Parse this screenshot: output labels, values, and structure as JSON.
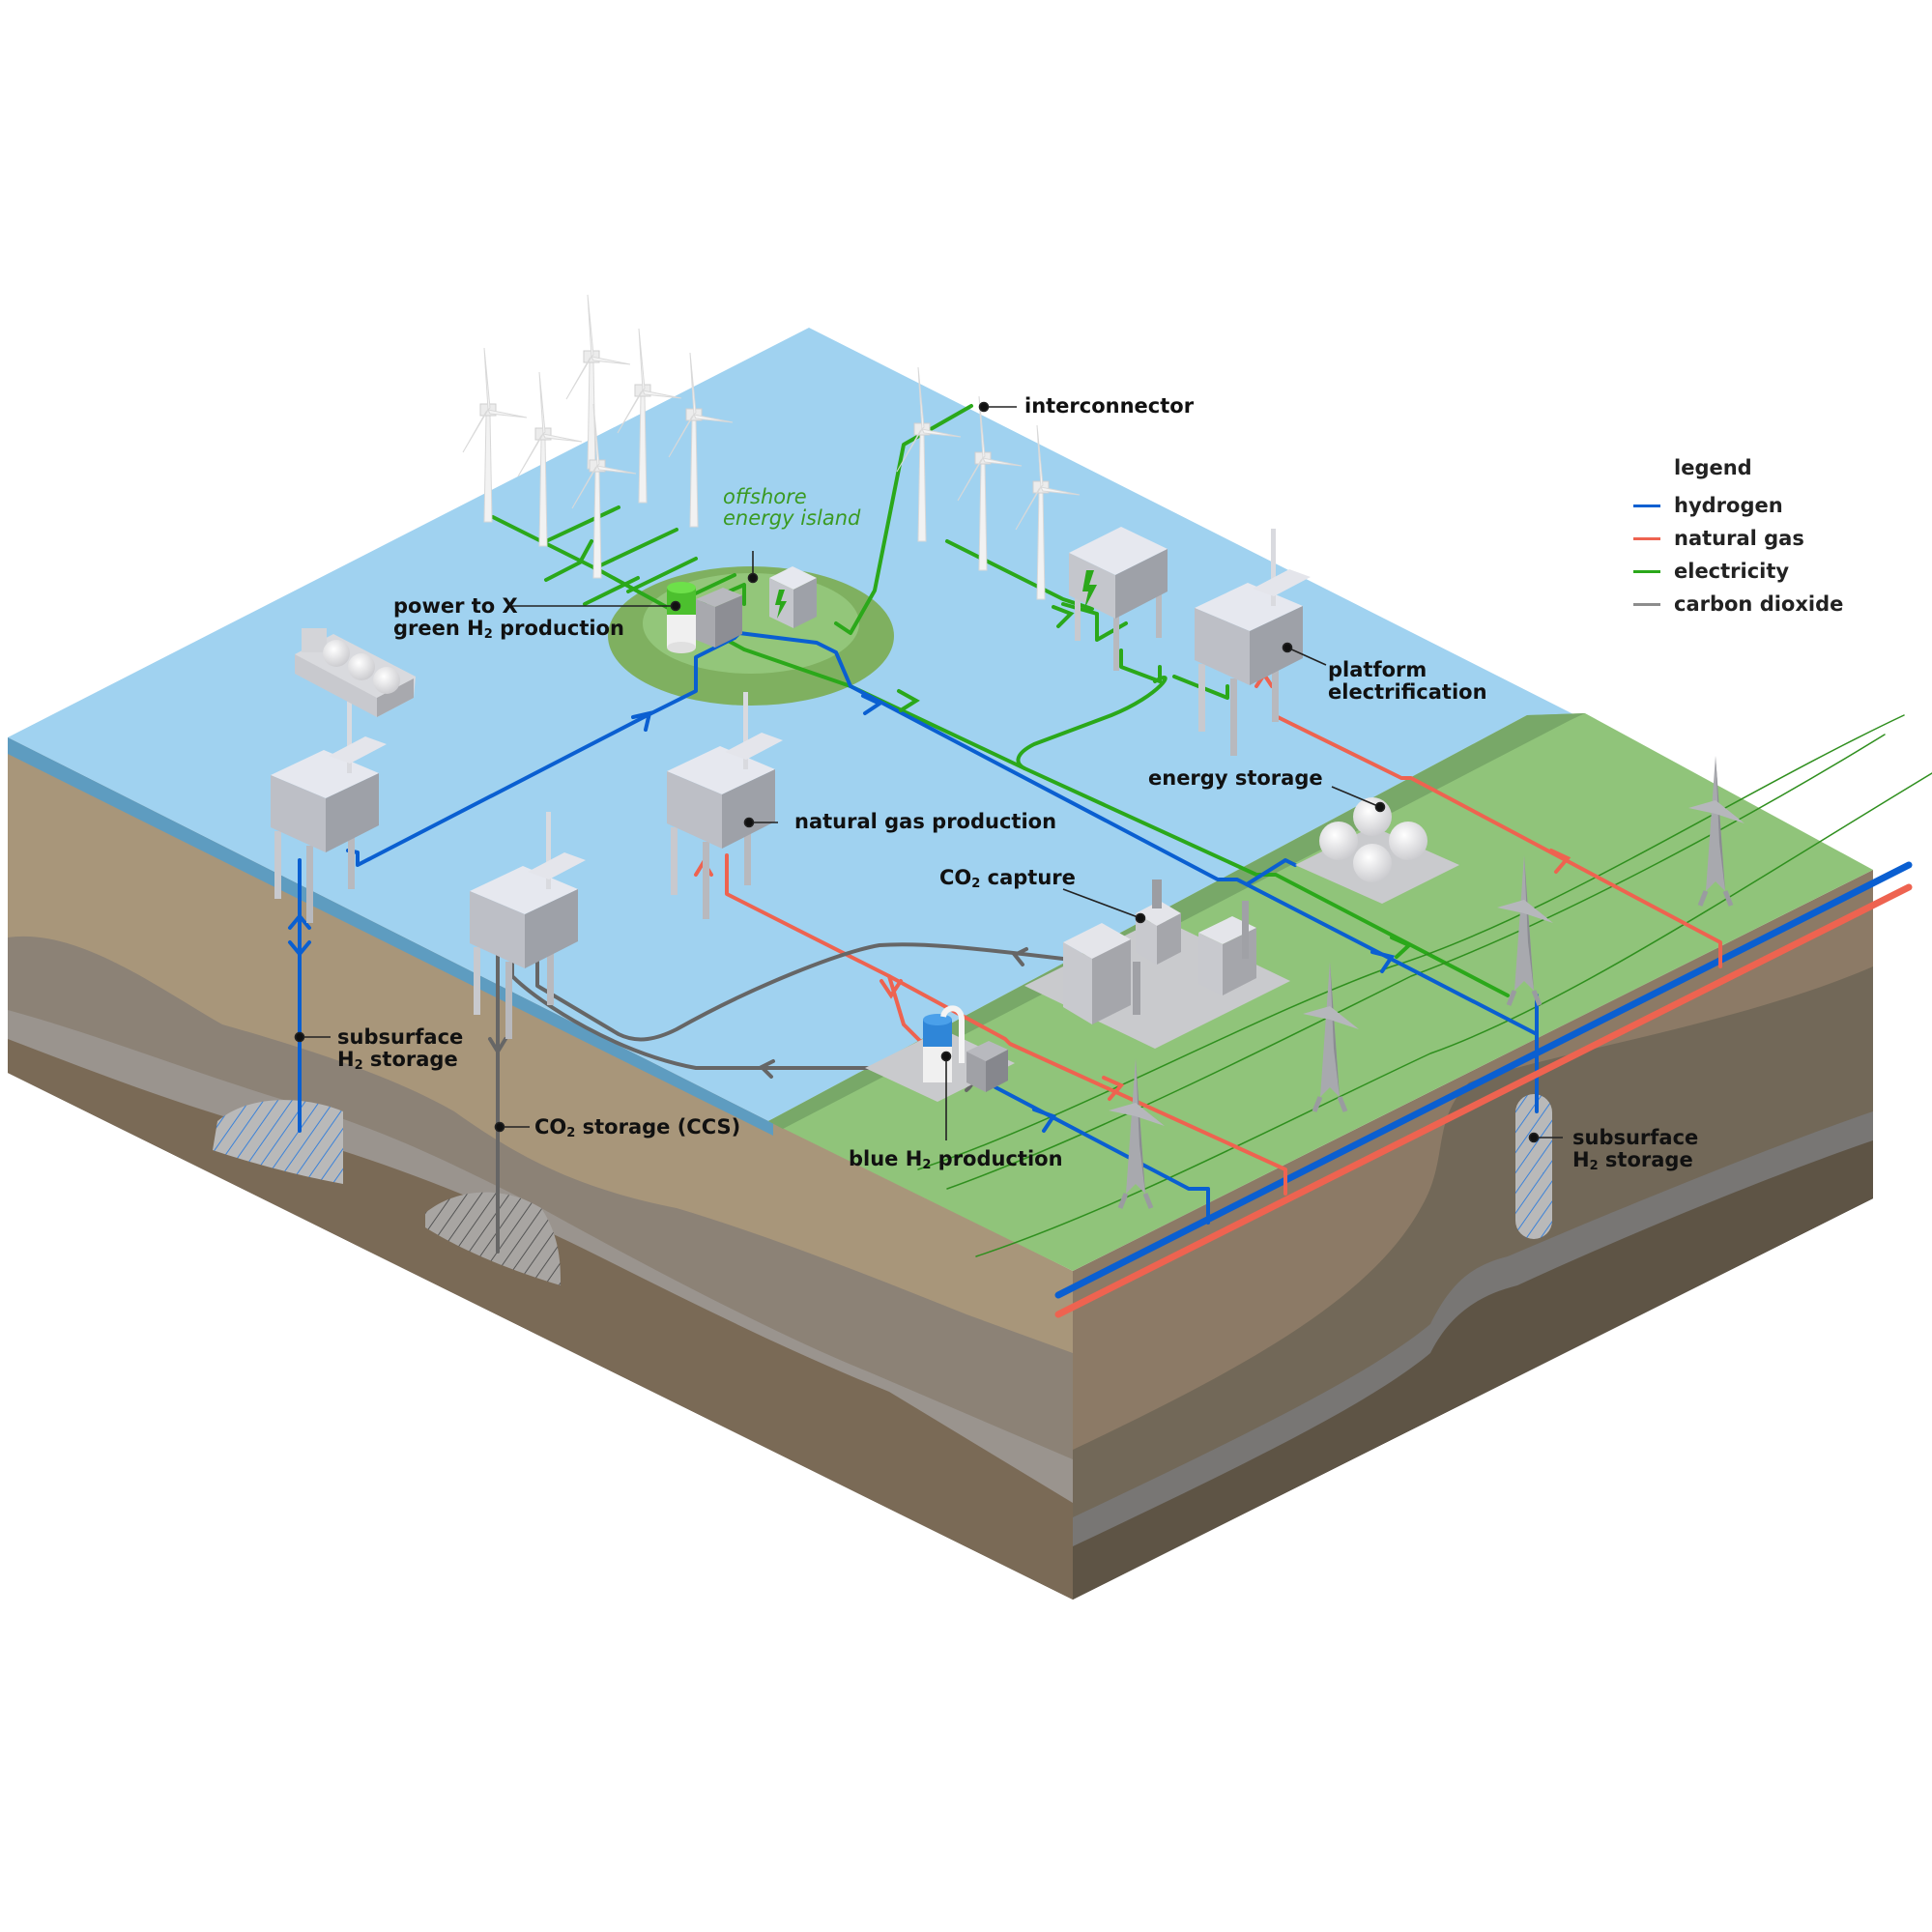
{
  "diagram": {
    "type": "isometric energy-system cross-section",
    "labels": {
      "interconnector": "interconnector",
      "offshore_island_line1": "offshore",
      "offshore_island_line2": "energy island",
      "power_to_x_line1": "power to X",
      "power_to_x_line2_pre": "green H",
      "power_to_x_line2_sub": "2",
      "power_to_x_line2_post": " production",
      "platform_electrification_line1": "platform",
      "platform_electrification_line2": "electrification",
      "natural_gas_production": "natural gas production",
      "energy_storage": "energy storage",
      "co2_capture_pre": "CO",
      "co2_capture_sub": "2",
      "co2_capture_post": " capture",
      "subsurface_h2_left_line1": "subsurface",
      "subsurface_h2_left_line2_pre": "H",
      "subsurface_h2_left_line2_sub": "2",
      "subsurface_h2_left_line2_post": " storage",
      "co2_storage_pre": "CO",
      "co2_storage_sub": "2",
      "co2_storage_post": " storage (CCS)",
      "blue_h2_pre": "blue H",
      "blue_h2_sub": "2",
      "blue_h2_post": " production",
      "subsurface_h2_right_line1": "subsurface",
      "subsurface_h2_right_line2_pre": "H",
      "subsurface_h2_right_line2_sub": "2",
      "subsurface_h2_right_line2_post": " storage"
    },
    "legend": {
      "title": "legend",
      "items": [
        {
          "label": "hydrogen",
          "color": "#0a5fd1"
        },
        {
          "label": "natural gas",
          "color": "#ee6350"
        },
        {
          "label": "electricity",
          "color": "#2ba81a"
        },
        {
          "label": "carbon dioxide",
          "color": "#8d8d8d"
        }
      ]
    },
    "colors": {
      "sea": "#a0d2f0",
      "sea_edge": "#5e9cc0",
      "land": "#90c47a",
      "land_edge": "#78a868",
      "island": "#7fb060",
      "island_inner": "#93c67a",
      "soil_light": "#a8967a",
      "soil_mid": "#8c7a66",
      "rock_grey": "#9a948e",
      "soil_dark": "#7a6a56",
      "soil_darkest": "#5e5445",
      "hydrogen": "#0a5fd1",
      "natural_gas": "#ee6350",
      "electricity": "#2ba81a",
      "carbon_dioxide": "#666666",
      "platform_light": "#e6e8ef",
      "platform_mid": "#c0c2c8",
      "platform_dark": "#9ea1a8"
    }
  }
}
